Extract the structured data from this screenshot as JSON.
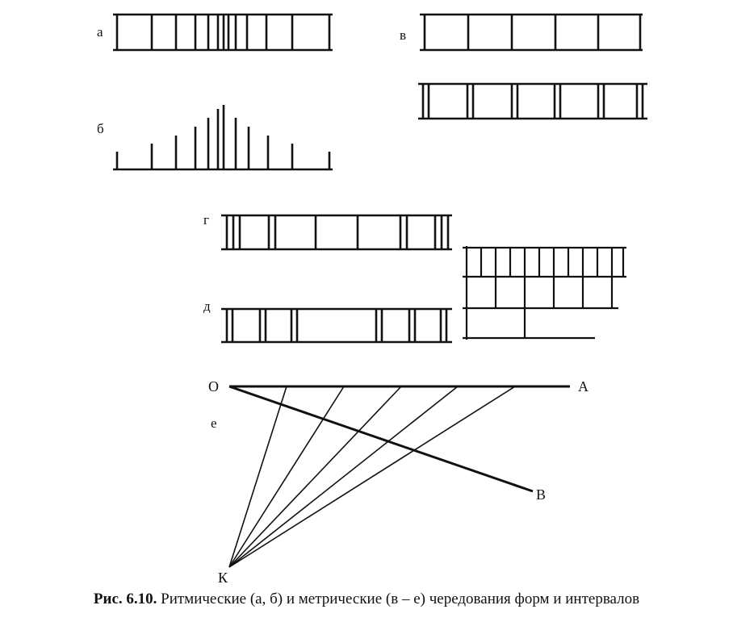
{
  "labels": {
    "a": "а",
    "b": "б",
    "v": "в",
    "g": "г",
    "d": "д",
    "e": "е"
  },
  "points": {
    "O": "О",
    "A": "А",
    "B": "В",
    "K": "К"
  },
  "caption": {
    "prefix": "Рис. 6.10.",
    "text": "Ритмические (а, б) и метрические (в – е) чередования форм и интервалов"
  }
}
